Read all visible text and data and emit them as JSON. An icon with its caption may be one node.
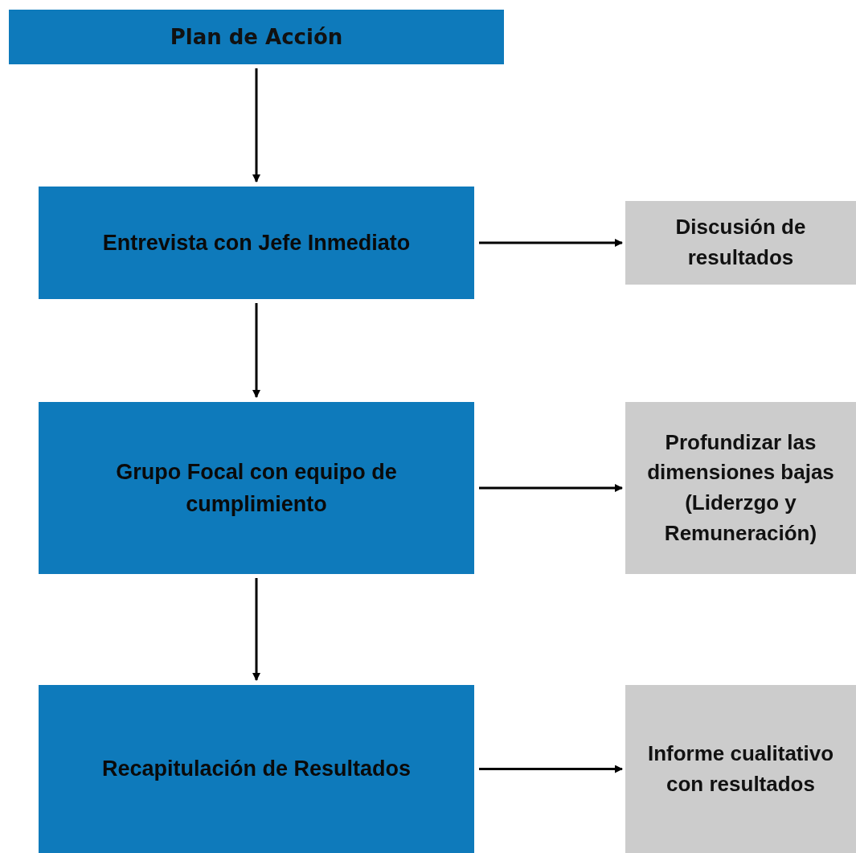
{
  "diagram": {
    "nodes": [
      {
        "text": [
          "Plan de Acción"
        ]
      },
      {
        "text": [
          "Entrevista con Jefe Inmediato"
        ]
      },
      {
        "text": [
          "Discusión de resultados"
        ]
      },
      {
        "text": [
          "Grupo Focal con equipo de cumplimiento"
        ]
      },
      {
        "text": [
          "Profundizar las dimensiones bajas (Liderzgo y Remuneración)"
        ]
      },
      {
        "text": [
          "Recapitulación de Resultados"
        ]
      },
      {
        "text": [
          "Informe cualitativo con resultados"
        ]
      }
    ],
    "edges": [
      {
        "from": 0,
        "to": 1,
        "arrow": "to"
      },
      {
        "from": 1,
        "to": 2,
        "arrow": "to"
      },
      {
        "from": 1,
        "to": 3,
        "arrow": "to"
      },
      {
        "from": 3,
        "to": 4,
        "arrow": "to"
      },
      {
        "from": 3,
        "to": 5,
        "arrow": "to"
      },
      {
        "from": 5,
        "to": 6,
        "arrow": "to"
      }
    ]
  }
}
